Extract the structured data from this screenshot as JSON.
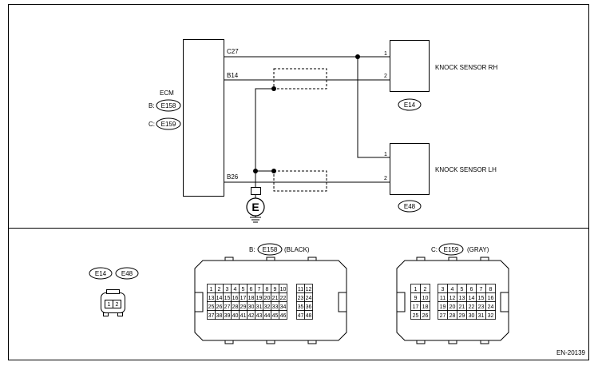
{
  "ecm": {
    "label": "ECM",
    "connectors": [
      {
        "prefix": "B:",
        "id": "E158"
      },
      {
        "prefix": "C:",
        "id": "E159"
      }
    ],
    "terminals": [
      "C27",
      "B14",
      "B26"
    ]
  },
  "sensor_rh": {
    "label": "KNOCK SENSOR RH",
    "connector": "E14",
    "pins": [
      "1",
      "2"
    ]
  },
  "sensor_lh": {
    "label": "KNOCK SENSOR LH",
    "connector": "E48",
    "pins": [
      "1",
      "2"
    ]
  },
  "ground": {
    "symbol": "E"
  },
  "connector_views": {
    "sensor_plugs": [
      "E14",
      "E48"
    ],
    "sensor_plug_pins": [
      "1",
      "2"
    ],
    "ecm_b": {
      "prefix": "B:",
      "id": "E158",
      "color": "(BLACK)",
      "rows": [
        [
          "1",
          "2",
          "3",
          "4",
          "5",
          "6",
          "7",
          "8",
          "9",
          "10",
          "11",
          "12"
        ],
        [
          "13",
          "14",
          "15",
          "16",
          "17",
          "18",
          "19",
          "20",
          "21",
          "22",
          "23",
          "24"
        ],
        [
          "25",
          "26",
          "27",
          "28",
          "29",
          "30",
          "31",
          "32",
          "33",
          "34",
          "35",
          "36"
        ],
        [
          "37",
          "38",
          "39",
          "40",
          "41",
          "42",
          "43",
          "44",
          "45",
          "46",
          "47",
          "48"
        ]
      ]
    },
    "ecm_c": {
      "prefix": "C:",
      "id": "E159",
      "color": "(GRAY)",
      "rows": [
        [
          "1",
          "2",
          "3",
          "4",
          "5",
          "6",
          "7",
          "8"
        ],
        [
          "9",
          "10",
          "11",
          "12",
          "13",
          "14",
          "15",
          "16"
        ],
        [
          "17",
          "18",
          "19",
          "20",
          "21",
          "22",
          "23",
          "24"
        ],
        [
          "25",
          "26",
          "27",
          "28",
          "29",
          "30",
          "31",
          "32"
        ]
      ]
    }
  },
  "figure_code": "EN-20139"
}
